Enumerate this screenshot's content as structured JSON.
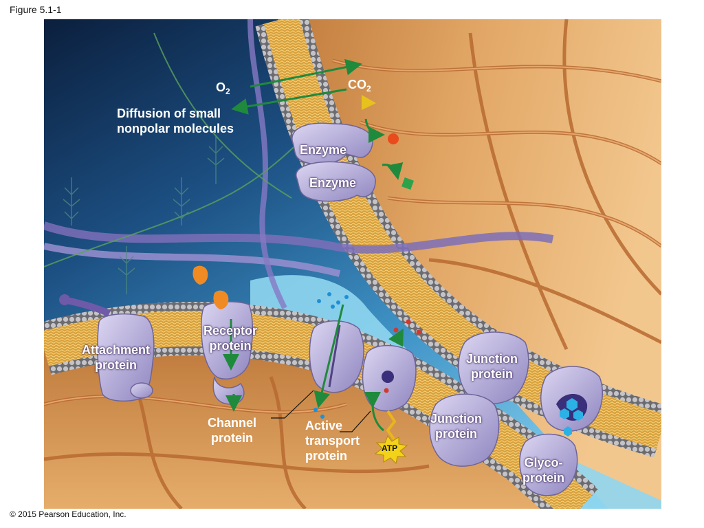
{
  "figure_label": "Figure 5.1-1",
  "copyright": "© 2015 Pearson Education, Inc.",
  "labels": {
    "o2_main": "O",
    "o2_sub": "2",
    "co2_main": "CO",
    "co2_sub": "2",
    "diffusion_line1": "Diffusion of small",
    "diffusion_line2": "nonpolar molecules",
    "enzyme_top": "Enzyme",
    "enzyme_bottom": "Enzyme",
    "receptor_line1": "Receptor",
    "receptor_line2": "protein",
    "attachment_line1": "Attachment",
    "attachment_line2": "protein",
    "channel_line1": "Channel",
    "channel_line2": "protein",
    "active_line1": "Active",
    "active_line2": "transport",
    "active_line3": "protein",
    "atp": "ATP",
    "junction_top_line1": "Junction",
    "junction_top_line2": "protein",
    "junction_bottom_line1": "Junction",
    "junction_bottom_line2": "protein",
    "glyco_line1": "Glyco-",
    "glyco_line2": "protein"
  },
  "colors": {
    "bilayer_core": "#e3b04a",
    "head_group": "#9c9c9c",
    "protein": "#b9b2db",
    "arrow_green": "#1f8a3c",
    "extracellular_blue": "#5fb8e0",
    "cytoplasm_tan": "#e1a45c",
    "fiber": "#b86a30"
  }
}
